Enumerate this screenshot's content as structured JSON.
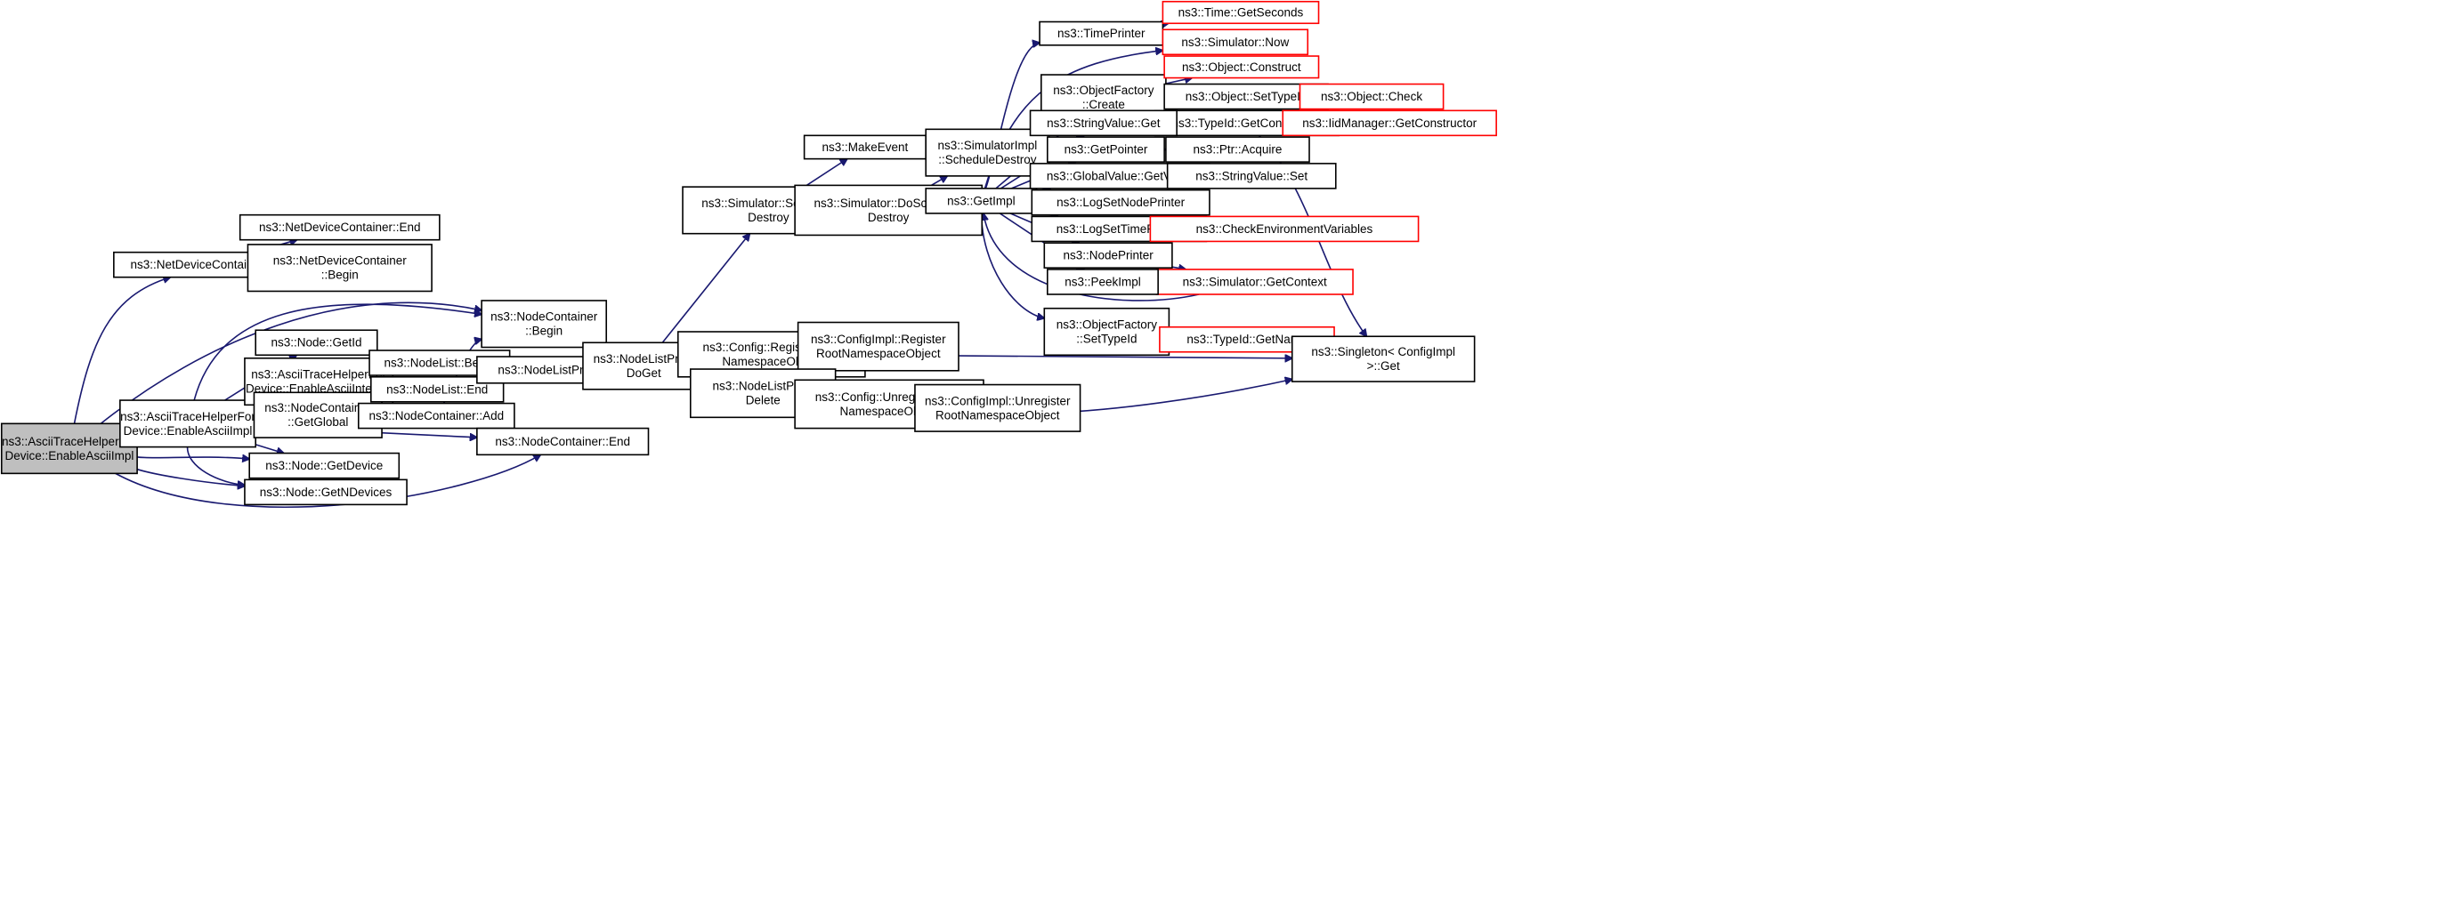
{
  "colors": {
    "edge": "#191970",
    "root_fill": "#bfbfbf",
    "box_border": "#000000",
    "truncated_border": "#ff0000"
  },
  "nodes": {
    "root": [
      "ns3::AsciiTraceHelperFor",
      "Device::EnableAsciiImpl"
    ],
    "ndc_add": [
      "ns3::NetDeviceContainer::Add"
    ],
    "ndc_end": [
      "ns3::NetDeviceContainer::End"
    ],
    "ndc_begin": [
      "ns3::NetDeviceContainer",
      "::Begin"
    ],
    "enable_ascii_impl": [
      "ns3::AsciiTraceHelperFor",
      "Device::EnableAsciiImpl"
    ],
    "node_getid": [
      "ns3::Node::GetId"
    ],
    "enable_ascii_internal": [
      "ns3::AsciiTraceHelperFor",
      "Device::EnableAsciiInternal"
    ],
    "nc_getglobal": [
      "ns3::NodeContainer",
      "::GetGlobal"
    ],
    "nc_begin": [
      "ns3::NodeContainer",
      "::Begin"
    ],
    "nl_begin": [
      "ns3::NodeList::Begin"
    ],
    "nl_end": [
      "ns3::NodeList::End"
    ],
    "nc_add": [
      "ns3::NodeContainer::Add"
    ],
    "nc_end": [
      "ns3::NodeContainer::End"
    ],
    "node_getdevice": [
      "ns3::Node::GetDevice"
    ],
    "node_getndevices": [
      "ns3::Node::GetNDevices"
    ],
    "nlp_get": [
      "ns3::NodeListPriv::Get"
    ],
    "nlp_doget": [
      "ns3::NodeListPriv::",
      "DoGet"
    ],
    "sim_schedule_destroy": [
      "ns3::Simulator::Schedule",
      "Destroy"
    ],
    "make_event": [
      "ns3::MakeEvent"
    ],
    "sim_doschedule_destroy": [
      "ns3::Simulator::DoSchedule",
      "Destroy"
    ],
    "simimpl_schedule_destroy": [
      "ns3::SimulatorImpl",
      "::ScheduleDestroy"
    ],
    "get_impl": [
      "ns3::GetImpl"
    ],
    "cfg_register": [
      "ns3::Config::RegisterRoot",
      "NamespaceObject"
    ],
    "cfgimpl_register": [
      "ns3::ConfigImpl::Register",
      "RootNamespaceObject"
    ],
    "nlp_delete": [
      "ns3::NodeListPriv::",
      "Delete"
    ],
    "cfg_unregister": [
      "ns3::Config::UnregisterRoot",
      "NamespaceObject"
    ],
    "cfgimpl_unregister": [
      "ns3::ConfigImpl::Unregister",
      "RootNamespaceObject"
    ],
    "time_printer": [
      "ns3::TimePrinter"
    ],
    "time_getseconds": [
      "ns3::Time::GetSeconds"
    ],
    "sim_now": [
      "ns3::Simulator::Now"
    ],
    "of_create": [
      "ns3::ObjectFactory",
      "::Create"
    ],
    "obj_construct": [
      "ns3::Object::Construct"
    ],
    "obj_settypeid": [
      "ns3::Object::SetTypeId"
    ],
    "obj_check": [
      "ns3::Object::Check"
    ],
    "typeid_getconstructor": [
      "ns3::TypeId::GetConstructor"
    ],
    "iidmanager_getconstructor": [
      "ns3::IidManager::GetConstructor"
    ],
    "stringvalue_get": [
      "ns3::StringValue::Get"
    ],
    "get_pointer": [
      "ns3::GetPointer"
    ],
    "ptr_acquire": [
      "ns3::Ptr::Acquire"
    ],
    "globalvalue_getvalue": [
      "ns3::GlobalValue::GetValue"
    ],
    "stringvalue_set": [
      "ns3::StringValue::Set"
    ],
    "log_set_node_printer": [
      "ns3::LogSetNodePrinter"
    ],
    "log_set_time_printer": [
      "ns3::LogSetTimePrinter"
    ],
    "check_env_vars": [
      "ns3::CheckEnvironmentVariables"
    ],
    "node_printer": [
      "ns3::NodePrinter"
    ],
    "sim_getcontext": [
      "ns3::Simulator::GetContext"
    ],
    "peek_impl": [
      "ns3::PeekImpl"
    ],
    "of_settypeid": [
      "ns3::ObjectFactory",
      "::SetTypeId"
    ],
    "typeid_getname": [
      "ns3::TypeId::GetName"
    ],
    "singleton_get": [
      "ns3::Singleton< ConfigImpl",
      " >::Get"
    ]
  }
}
